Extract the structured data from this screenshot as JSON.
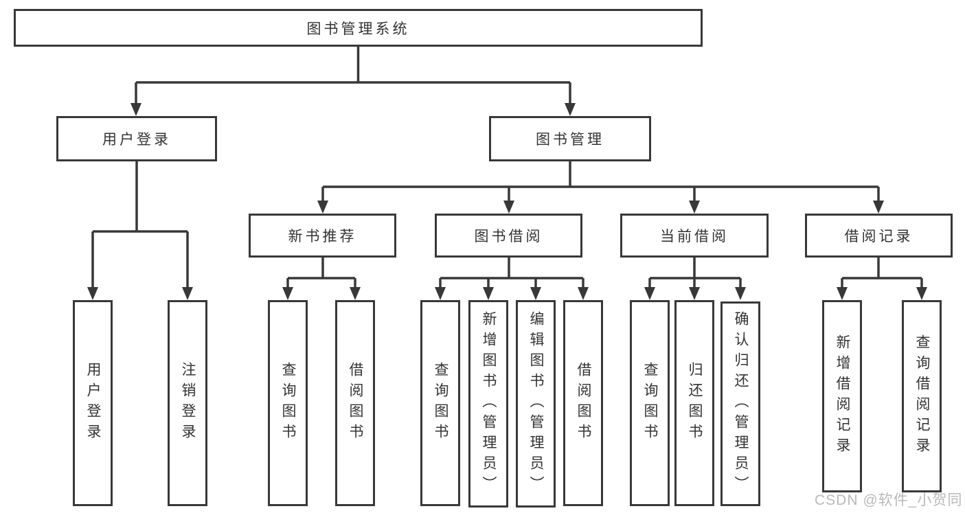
{
  "diagram_type": "tree-structure-chart",
  "nodes": {
    "root": {
      "label": "图书管理系统"
    },
    "user_login_branch": {
      "label": "用户登录"
    },
    "book_management": {
      "label": "图书管理"
    },
    "user_login": {
      "label": "用户登录"
    },
    "logout": {
      "label": "注销登录"
    },
    "new_book_recommend": {
      "label": "新书推荐"
    },
    "book_borrowing": {
      "label": "图书借阅"
    },
    "current_borrowing": {
      "label": "当前借阅"
    },
    "borrowing_records": {
      "label": "借阅记录"
    },
    "nbr_query_books": {
      "label": "查询图书"
    },
    "nbr_borrow_books": {
      "label": "借阅图书"
    },
    "bb_query_books": {
      "label": "查询图书"
    },
    "bb_add_books": {
      "label": "新增图书（管理员）"
    },
    "bb_edit_books": {
      "label": "编辑图书（管理员）"
    },
    "bb_borrow_books": {
      "label": "借阅图书"
    },
    "cb_query_books": {
      "label": "查询图书"
    },
    "cb_return_books": {
      "label": "归还图书"
    },
    "cb_confirm_return": {
      "label": "确认归还（管理员）"
    },
    "br_add_record": {
      "label": "新增借阅记录"
    },
    "br_query_record": {
      "label": "查询借阅记录"
    }
  },
  "hierarchy": {
    "图书管理系统": {
      "用户登录": [
        "用户登录",
        "注销登录"
      ],
      "图书管理": {
        "新书推荐": [
          "查询图书",
          "借阅图书"
        ],
        "图书借阅": [
          "查询图书",
          "新增图书（管理员）",
          "编辑图书（管理员）",
          "借阅图书"
        ],
        "当前借阅": [
          "查询图书",
          "归还图书",
          "确认归还（管理员）"
        ],
        "借阅记录": [
          "新增借阅记录",
          "查询借阅记录"
        ]
      }
    }
  },
  "watermark": {
    "text": "CSDN @软件_小贺同学"
  },
  "colors": {
    "line": "#383838",
    "text": "#333333",
    "background": "#ffffff",
    "watermark": "#b9b9b9"
  }
}
